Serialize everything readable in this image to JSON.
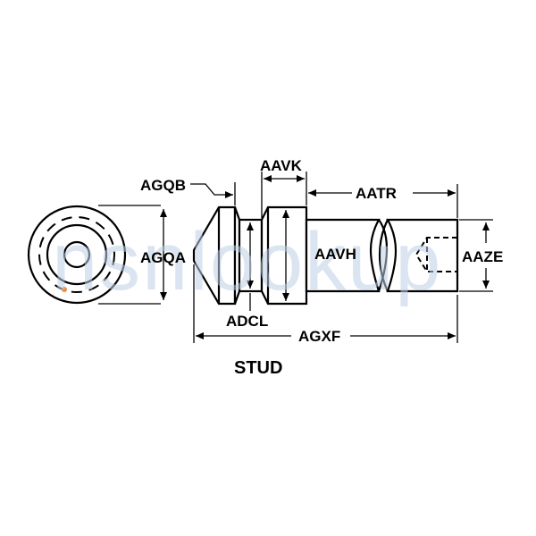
{
  "diagram": {
    "title": "STUD",
    "watermark": "nsnlookup",
    "labels": {
      "agqb": "AGQB",
      "aavk": "AAVK",
      "aatr": "AATR",
      "agqa": "AGQA",
      "aavh": "AAVH",
      "aaze": "AAZE",
      "adcl": "ADCL",
      "agxf": "AGXF"
    },
    "colors": {
      "line": "#000000",
      "watermark": "#bcd0e6",
      "accent_dot": "#f08a3c"
    }
  }
}
